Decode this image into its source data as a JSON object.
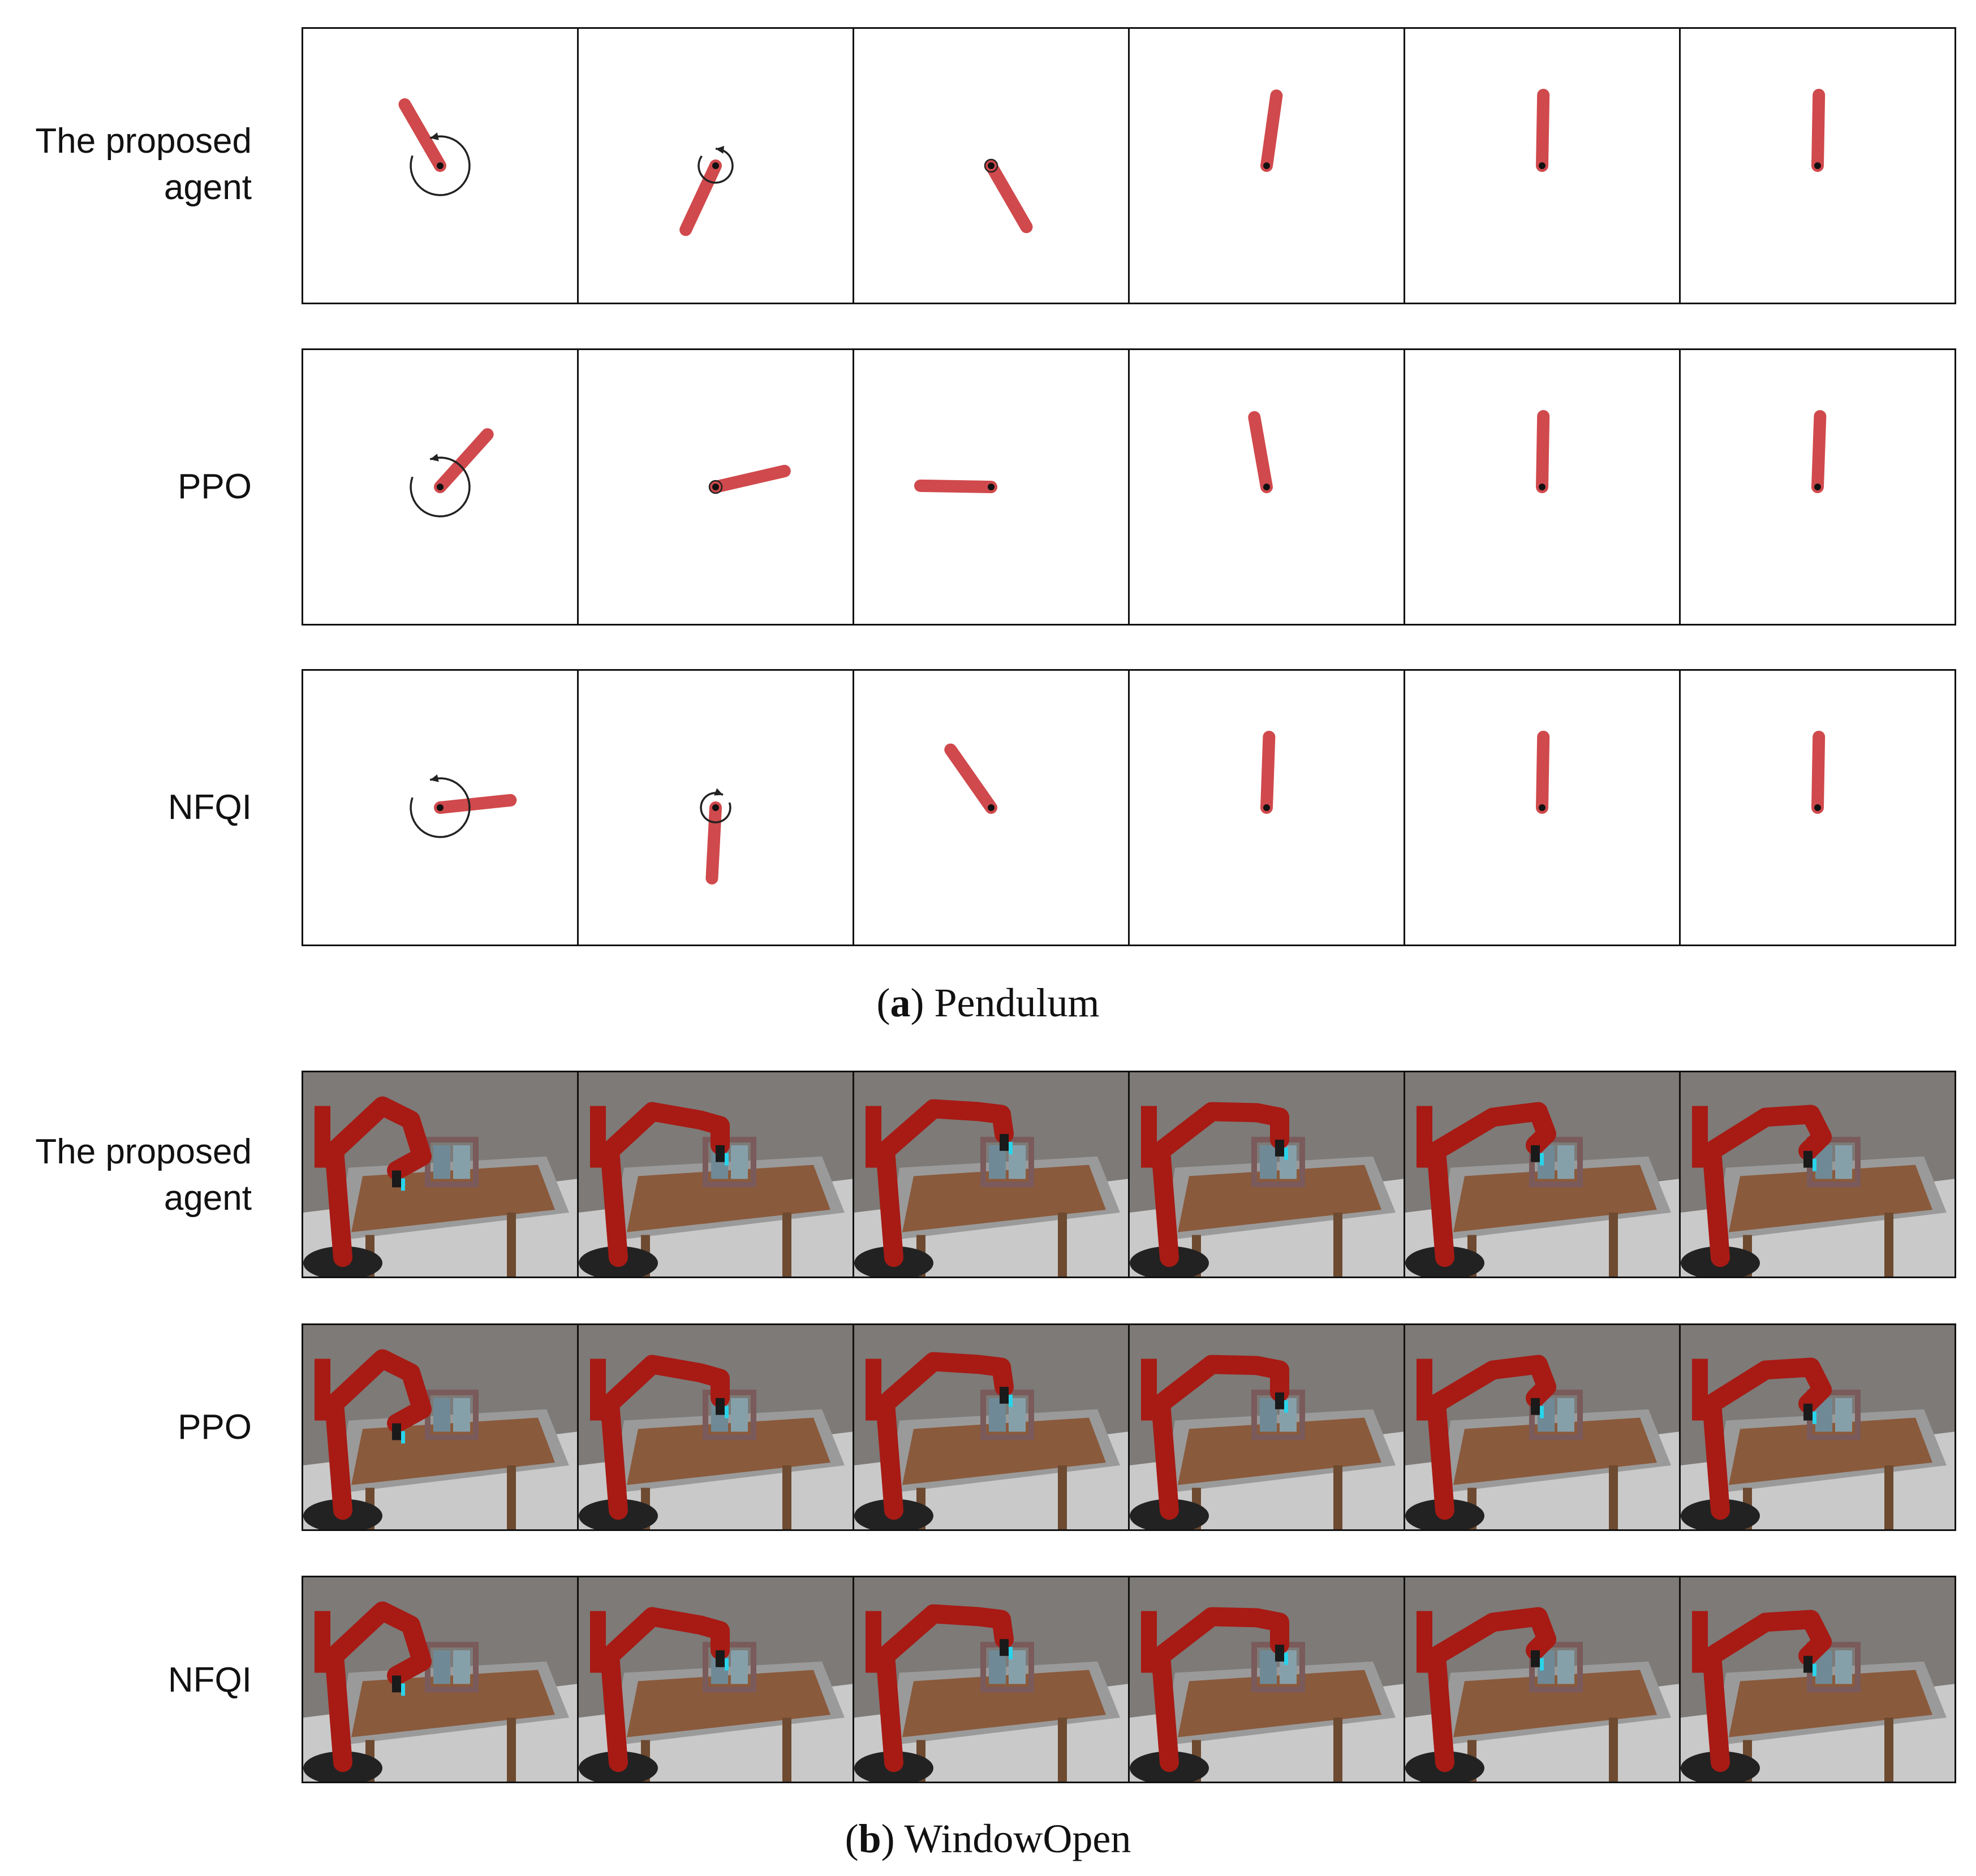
{
  "figure": {
    "pendulum": {
      "caption_letter": "a",
      "caption_text": "Pendulum",
      "rows": [
        {
          "label": "The proposed\nagent",
          "frames": [
            {
              "angle_deg": -30,
              "arrow": "ccw-large"
            },
            {
              "angle_deg": -155,
              "arrow": "ccw-small"
            },
            {
              "angle_deg": 150,
              "arrow": "tiny"
            },
            {
              "angle_deg": 8,
              "arrow": "none"
            },
            {
              "angle_deg": 1,
              "arrow": "none"
            },
            {
              "angle_deg": 1,
              "arrow": "none"
            }
          ]
        },
        {
          "label": "PPO",
          "frames": [
            {
              "angle_deg": 42,
              "arrow": "ccw-large"
            },
            {
              "angle_deg": 77,
              "arrow": "tiny"
            },
            {
              "angle_deg": -89,
              "arrow": "none"
            },
            {
              "angle_deg": -10,
              "arrow": "none"
            },
            {
              "angle_deg": 1,
              "arrow": "none"
            },
            {
              "angle_deg": 2,
              "arrow": "none"
            }
          ]
        },
        {
          "label": "NFQI",
          "frames": [
            {
              "angle_deg": 84,
              "arrow": "ccw-large"
            },
            {
              "angle_deg": 183,
              "arrow": "cw-small"
            },
            {
              "angle_deg": -35,
              "arrow": "none"
            },
            {
              "angle_deg": 2,
              "arrow": "none"
            },
            {
              "angle_deg": 1,
              "arrow": "none"
            },
            {
              "angle_deg": 1,
              "arrow": "none"
            }
          ]
        }
      ]
    },
    "windowopen": {
      "caption_letter": "b",
      "caption_text": "WindowOpen",
      "rows": [
        {
          "label": "The proposed\nagent",
          "frames": 6
        },
        {
          "label": "PPO",
          "frames": 6
        },
        {
          "label": "NFQI",
          "frames": 6
        }
      ]
    },
    "colors": {
      "pendulum_rod": "#d0494c",
      "robot_red": "#a81a14",
      "wall_gray": "#7d7a77",
      "table_wood": "#8a5a3c"
    }
  }
}
